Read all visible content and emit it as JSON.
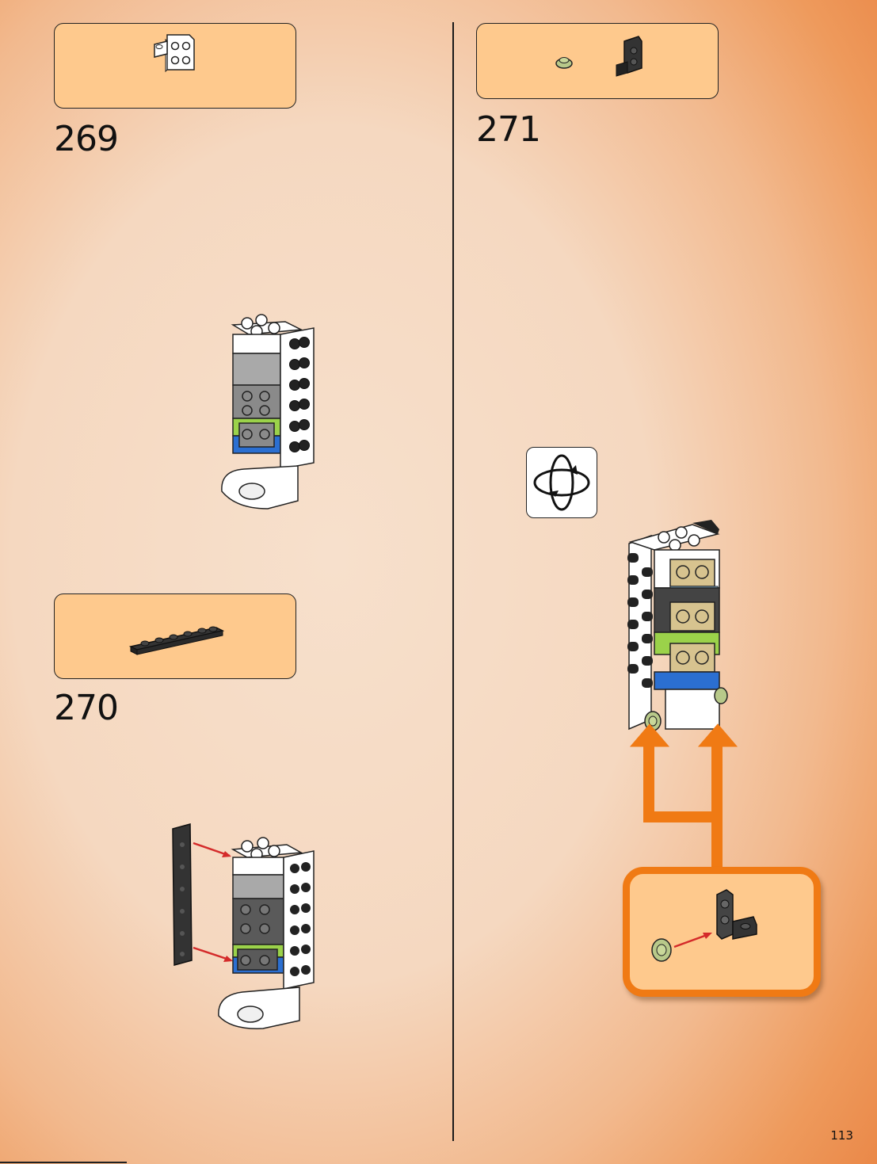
{
  "steps": [
    {
      "number": "269"
    },
    {
      "number": "270"
    },
    {
      "number": "271"
    }
  ],
  "page_number": "113",
  "icons": {
    "rotate": "rotate-model-icon",
    "arrow": "orange-arrow-up-icon"
  },
  "colors": {
    "callout_fill": "#fec98d",
    "highlight_border": "#f07a14",
    "brick_white": "#ffffff",
    "brick_gray": "#8a8a8a",
    "brick_black": "#222222",
    "brick_lime": "#9bd24a",
    "brick_blue": "#2b6fd1",
    "brick_tan": "#d7c38f",
    "brick_olive": "#b8c98a",
    "red_arrow": "#d42a2a"
  }
}
